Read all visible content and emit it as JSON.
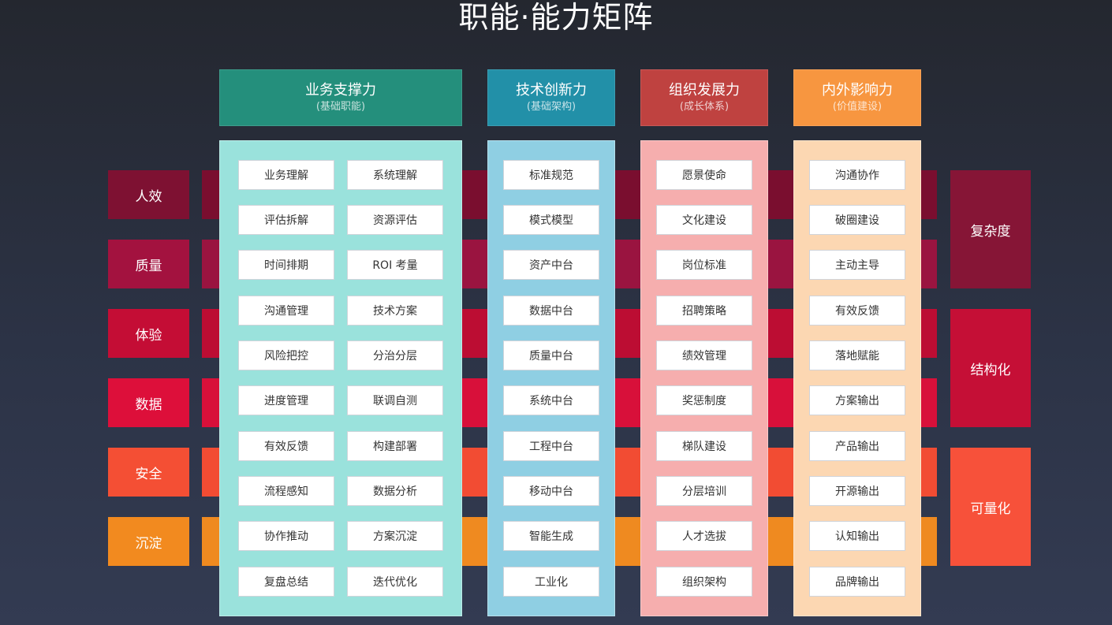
{
  "title": "职能·能力矩阵",
  "rows": [
    {
      "label": "人效",
      "color": "#7e1132",
      "band_color": "#7a0e2f"
    },
    {
      "label": "质量",
      "color": "#a3123f",
      "band_color": "#9a1440"
    },
    {
      "label": "体验",
      "color": "#c40d35",
      "band_color": "#bc0d33"
    },
    {
      "label": "数据",
      "color": "#dd0f3a",
      "band_color": "#d8103a"
    },
    {
      "label": "安全",
      "color": "#f44f34",
      "band_color": "#f24c33"
    },
    {
      "label": "沉淀",
      "color": "#f28a1f",
      "band_color": "#ef8a20"
    }
  ],
  "right_labels": [
    {
      "label": "复杂度",
      "color": "#861536"
    },
    {
      "label": "结构化",
      "color": "#c50f36"
    },
    {
      "label": "可量化",
      "color": "#f7513a"
    }
  ],
  "columns": [
    {
      "title": "业务支撑力",
      "subtitle": "(基础职能)",
      "header_color": "#248f7c",
      "panel_color": "#9ae2dc",
      "items": [
        "业务理解",
        "系统理解",
        "评估拆解",
        "资源评估",
        "时间排期",
        "ROI 考量",
        "沟通管理",
        "技术方案",
        "风险把控",
        "分治分层",
        "进度管理",
        "联调自测",
        "有效反馈",
        "构建部署",
        "流程感知",
        "数据分析",
        "协作推动",
        "方案沉淀",
        "复盘总结",
        "迭代优化"
      ]
    },
    {
      "title": "技术创新力",
      "subtitle": "(基础架构)",
      "header_color": "#2290a8",
      "panel_color": "#8fcfe3",
      "items": [
        "标准规范",
        "模式模型",
        "资产中台",
        "数据中台",
        "质量中台",
        "系统中台",
        "工程中台",
        "移动中台",
        "智能生成",
        "工业化"
      ]
    },
    {
      "title": "组织发展力",
      "subtitle": "(成长体系)",
      "header_color": "#bf4240",
      "panel_color": "#f6aeae",
      "items": [
        "愿景使命",
        "文化建设",
        "岗位标准",
        "招聘策略",
        "绩效管理",
        "奖惩制度",
        "梯队建设",
        "分层培训",
        "人才选拔",
        "组织架构"
      ]
    },
    {
      "title": "内外影响力",
      "subtitle": "(价值建设)",
      "header_color": "#f79640",
      "panel_color": "#fcd7b2",
      "items": [
        "沟通协作",
        "破圈建设",
        "主动主导",
        "有效反馈",
        "落地赋能",
        "方案输出",
        "产品输出",
        "开源输出",
        "认知输出",
        "品牌输出"
      ]
    }
  ]
}
